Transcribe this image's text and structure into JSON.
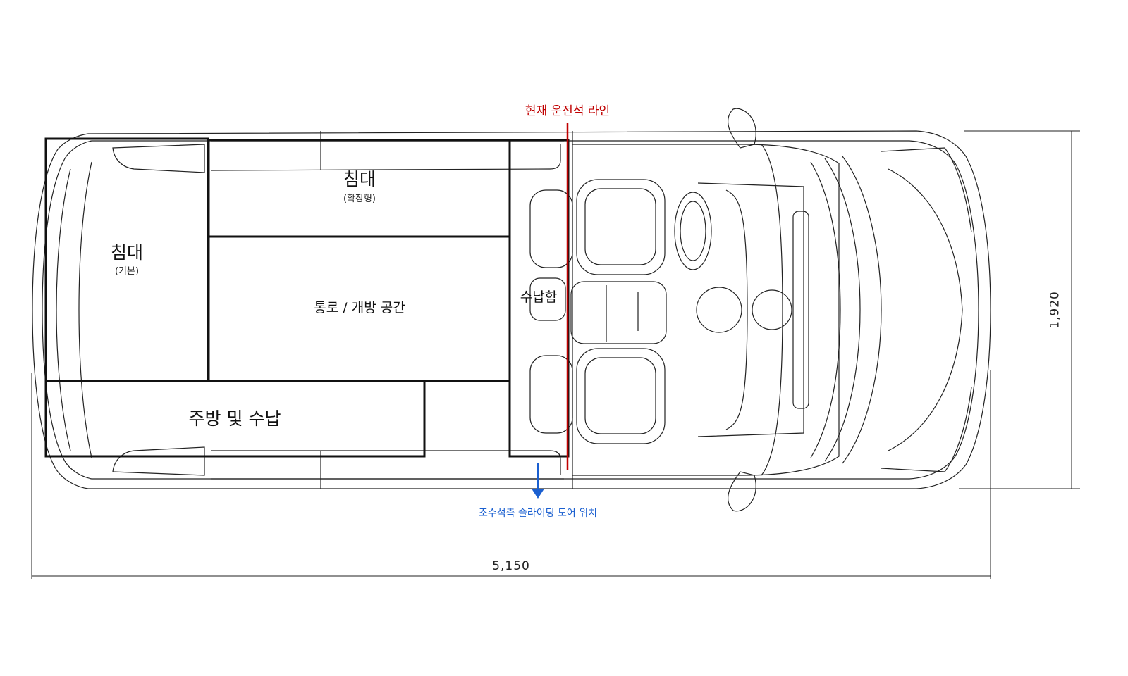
{
  "zones": {
    "bed_basic": {
      "title": "침대",
      "sub": "(기본)"
    },
    "bed_ext": {
      "title": "침대",
      "sub": "(확장형)"
    },
    "aisle": {
      "title": "통로 / 개방 공간"
    },
    "storage": {
      "title": "수납함"
    },
    "kitchen": {
      "title": "주방 및 수납"
    }
  },
  "annotations": {
    "driver_line": "현재 운전석 라인",
    "sliding_door": "조수석측 슬라이딩 도어 위치"
  },
  "dimensions": {
    "length": "5,150",
    "width": "1,920"
  },
  "colors": {
    "driver_line": "#c00000",
    "door_arrow": "#1a5fd0",
    "outline": "#111111"
  }
}
